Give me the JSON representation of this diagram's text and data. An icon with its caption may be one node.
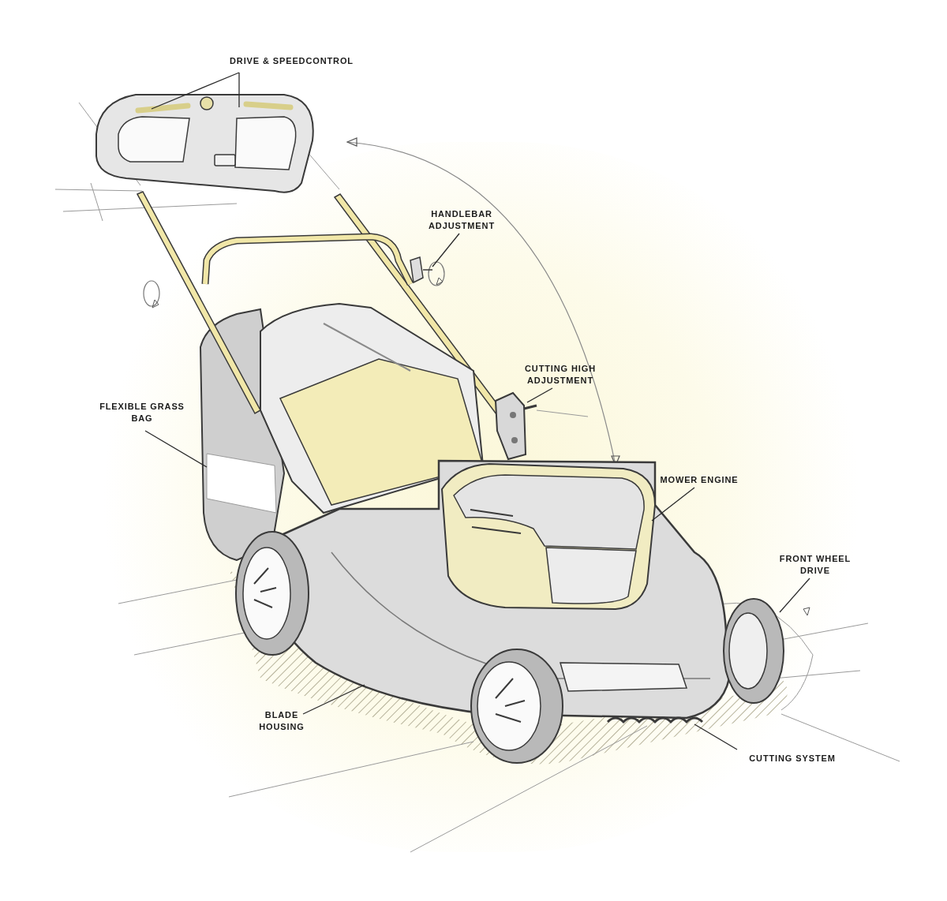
{
  "diagram": {
    "nodes": [
      {
        "text": [
          "DRIVE & SPEEDCONTROL"
        ]
      },
      {
        "text": [
          "HANDLEBAR ADJUSTMENT"
        ]
      },
      {
        "text": [
          "CUTTING HIGH ADJUSTMENT"
        ]
      },
      {
        "text": [
          "FLEXIBLE GRASS BAG"
        ]
      },
      {
        "text": [
          "MOWER ENGINE"
        ]
      },
      {
        "text": [
          "FRONT WHEEL DRIVE"
        ]
      },
      {
        "text": [
          "BLADE HOUSING"
        ]
      },
      {
        "text": [
          "CUTTING SYSTEM"
        ]
      },
      {
        "text": [],
        "shape": "picture"
      },
      {
        "text": [],
        "shape": "picture"
      },
      {
        "text": [],
        "shape": "picture"
      },
      {
        "text": [],
        "shape": "picture"
      },
      {
        "text": [],
        "shape": "picture",
        "in": 14
      },
      {
        "text": [],
        "shape": "picture"
      },
      {
        "text": [],
        "shape": "picture"
      },
      {
        "text": [],
        "shape": "picture"
      }
    ],
    "edges": [
      {
        "from": 0,
        "to": 8,
        "arrow": "none"
      },
      {
        "from": 0,
        "to": 8,
        "arrow": "none"
      },
      {
        "from": 1,
        "to": 9,
        "arrow": "none"
      },
      {
        "from": 2,
        "to": 10,
        "arrow": "none"
      },
      {
        "from": 3,
        "to": 11,
        "arrow": "none"
      },
      {
        "from": 4,
        "to": 12,
        "arrow": "none"
      },
      {
        "from": 5,
        "to": 13,
        "arrow": "none"
      },
      {
        "from": 6,
        "to": 14,
        "arrow": "none"
      },
      {
        "from": 7,
        "to": 15,
        "arrow": "none"
      }
    ]
  }
}
